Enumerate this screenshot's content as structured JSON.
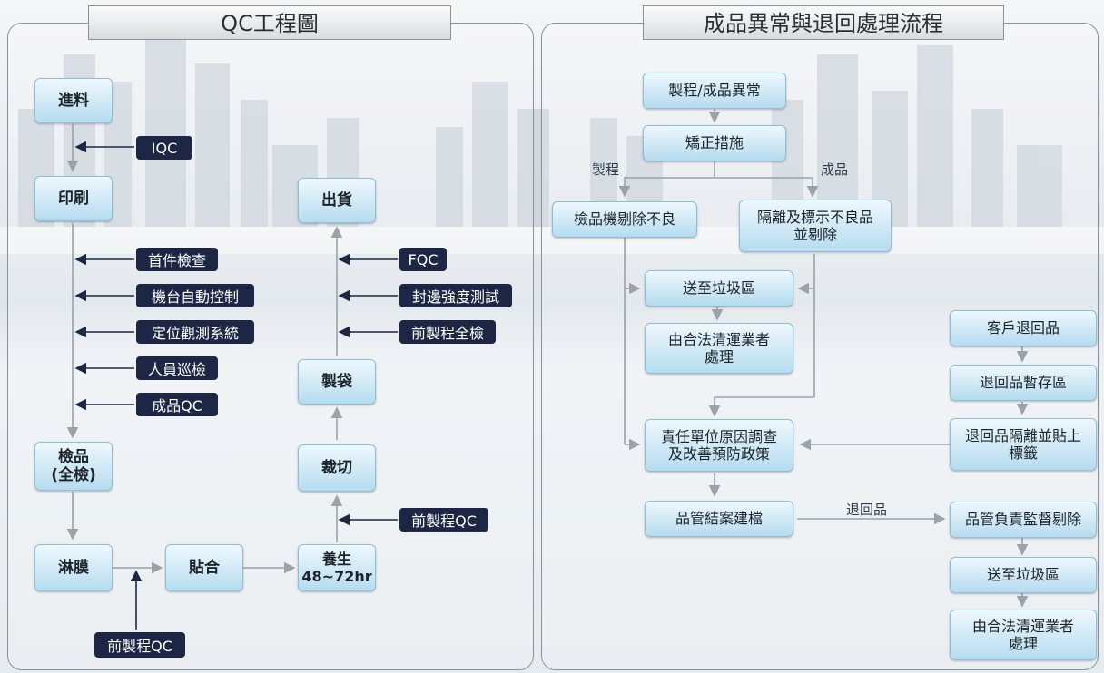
{
  "left": {
    "title": "QC工程圖",
    "steps": {
      "feed": "進料",
      "print": "印刷",
      "inspect": "檢品\n(全檢)",
      "coat": "淋膜",
      "laminate": "貼合",
      "cure": "養生\n48~72hr",
      "cut": "裁切",
      "bag": "製袋",
      "ship": "出貨"
    },
    "labels": {
      "iqc": "IQC",
      "first_article": "首件檢查",
      "machine_auto": "機台自動控制",
      "positioning": "定位觀測系統",
      "patrol": "人員巡檢",
      "product_qc": "成品QC",
      "fqc": "FQC",
      "seal_test": "封邊強度測試",
      "pre_full": "前製程全檢",
      "pre_qc_right": "前製程QC",
      "pre_qc_bottom": "前製程QC"
    }
  },
  "right": {
    "title": "成品異常與退回處理流程",
    "boxes": {
      "abnormal": "製程/成品異常",
      "correct": "矯正措施",
      "machine_reject": "檢品機剔除不良",
      "isolate": "隔離及標示不良品\n並剔除",
      "to_trash1": "送至垃圾區",
      "legal1": "由合法清運業者\n處理",
      "investigate": "責任單位原因調查\n及改善預防政策",
      "close_case": "品管結案建檔",
      "customer_return": "客戶退回品",
      "temp_storage": "退回品暫存區",
      "return_isolate": "退回品隔離並貼上\n標籤",
      "qc_supervise": "品管負責監督剔除",
      "to_trash2": "送至垃圾區",
      "legal2": "由合法清運業者\n處理"
    },
    "edge_labels": {
      "process": "製程",
      "product": "成品",
      "returned": "退回品"
    }
  }
}
